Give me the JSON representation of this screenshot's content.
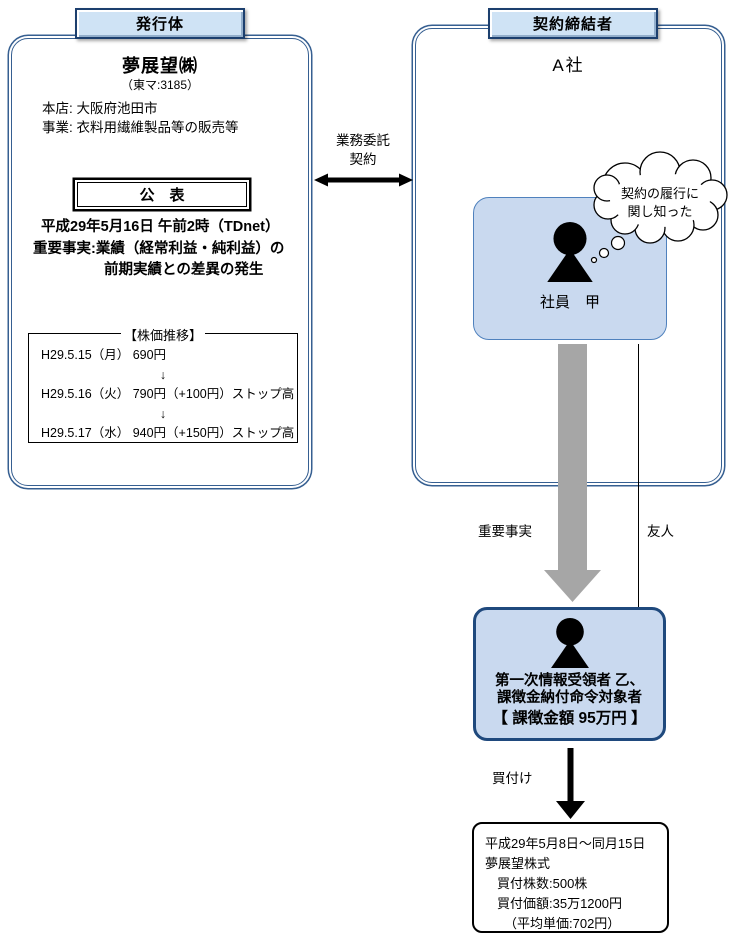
{
  "issuer": {
    "header": "発行体",
    "company_name": "夢展望㈱",
    "ticker": "（東マ:3185）",
    "office": "本店: 大阪府池田市",
    "business": "事業: 衣料用繊維製品等の販売等",
    "announcement": {
      "title": "公　表",
      "line1": "平成29年5月16日 午前2時（TDnet）",
      "line2": "重要事実:業績（経常利益・純利益）の",
      "line3": "前期実績との差異の発生"
    },
    "stock_history": {
      "title": "【株価推移】",
      "line1": "H29.5.15（月） 690円",
      "arrow": "↓",
      "line2": "H29.5.16（火） 790円（+100円）ストップ高",
      "line3": "H29.5.17（水） 940円（+150円）ストップ高"
    }
  },
  "contractor": {
    "header": "契約締結者",
    "company_name": "A社",
    "employee_label": "社員　甲",
    "thought_line1": "契約の履行に",
    "thought_line2": "関し知った"
  },
  "links": {
    "outsourcing_line1": "業務委託",
    "outsourcing_line2": "契約",
    "material_fact": "重要事実",
    "friend": "友人",
    "purchase": "買付け"
  },
  "recipient": {
    "line1": "第一次情報受領者 乙、",
    "line2": "課徴金納付命令対象者",
    "line3": "【 課徴金額 95万円 】"
  },
  "purchase_detail": {
    "line1": "平成29年5月8日～同月15日",
    "line2": "夢展望株式",
    "line3": "買付株数:500株",
    "line4": "買付価額:35万1200円",
    "line5": "（平均単価:702円）"
  },
  "colors": {
    "box_fill_light_blue": "#c9d9ef",
    "header_fill": "#cfe3f5",
    "border_navy": "#1f497d",
    "border_blue": "#4f81bd",
    "double_border_blue": "#365f91",
    "gray_arrow": "#a6a6a6"
  }
}
